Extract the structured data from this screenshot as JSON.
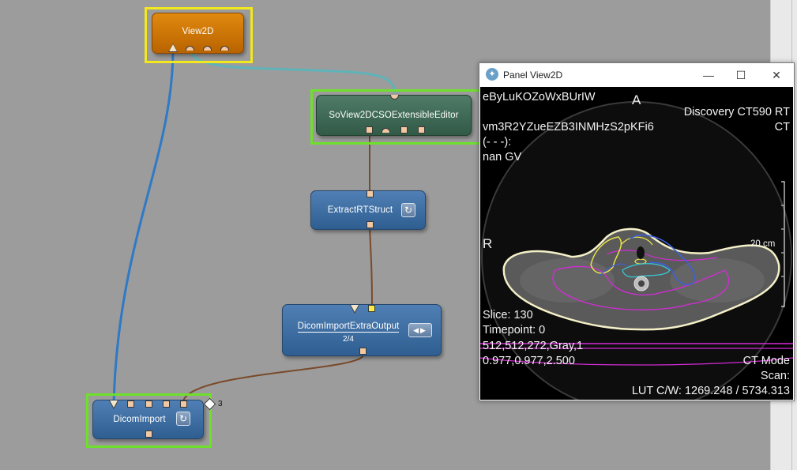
{
  "modules": {
    "view2d": {
      "label": "View2D"
    },
    "editor": {
      "label": "SoView2DCSOExtensibleEditor"
    },
    "extract": {
      "label": "ExtractRTStruct"
    },
    "extra_output": {
      "label": "DicomImportExtraOutput",
      "counter": "2/4"
    },
    "dicom_import": {
      "label": "DicomImport",
      "badge": "3"
    }
  },
  "panel": {
    "title": "Panel View2D",
    "overlay": {
      "patient_id": "eByLuKOZoWxBUrIW",
      "orientation_top": "A",
      "orientation_left": "R",
      "device": "Discovery CT590 RT",
      "series_uid": "vm3R2YZueEZB3INMHzS2pKFi6",
      "modality": "CT",
      "coords": "(- - -):",
      "gray_value": "nan GV",
      "scale_label": "20 cm",
      "slice": "Slice: 130",
      "timepoint": "Timepoint: 0",
      "dims": "512,512,272,Gray,1",
      "spacing": "0.977,0.977,2.500",
      "ct_mode": "CT Mode",
      "scan": "Scan:",
      "lut": "LUT C/W: 1269.248 / 5734.313"
    }
  },
  "colors": {
    "view2d_module": "#c87400",
    "editor_module": "#3f6a55",
    "blue_module": "#3b6b9e",
    "selection_yellow": "#f2e81e",
    "selection_green": "#6ee02b",
    "wire_blue": "#2f79c6",
    "wire_teal": "#5fb3b8",
    "wire_brown": "#7a4a2a",
    "contour_yellow": "#e8e24a",
    "contour_magenta": "#d42bd6",
    "contour_blue": "#3a5fe0",
    "contour_cyan": "#37c7d6",
    "body_outline": "#f4f0c8"
  }
}
